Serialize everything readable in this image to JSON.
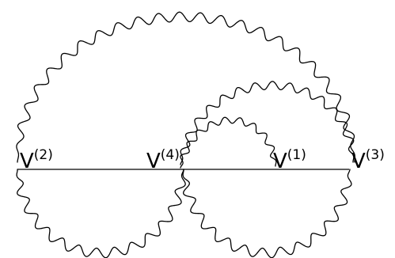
{
  "vertices": [
    {
      "id": "v2",
      "base": "V",
      "sup": "(2)"
    },
    {
      "id": "v4",
      "base": "V",
      "sup": "(4)"
    },
    {
      "id": "v1",
      "base": "V",
      "sup": "(1)"
    },
    {
      "id": "v3",
      "base": "V",
      "sup": "(3)"
    }
  ],
  "colors": {
    "stroke": "#000000",
    "background": "#ffffff"
  }
}
